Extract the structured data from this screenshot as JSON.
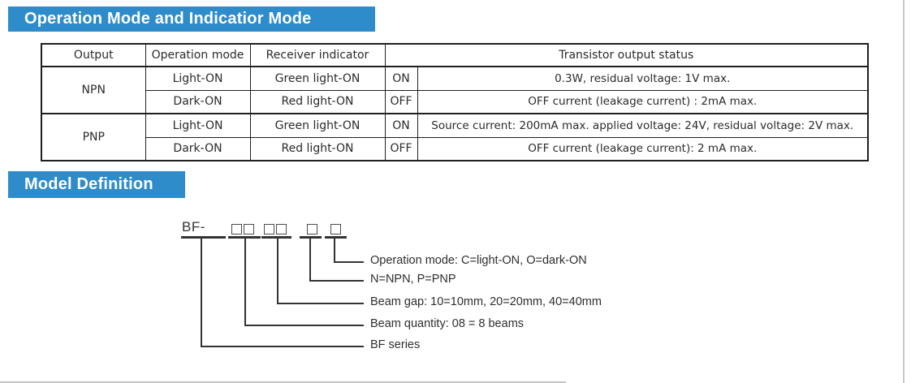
{
  "theme": {
    "accent_blue": "#2e8cca",
    "table_border": "#1f1f1f",
    "page_frame_gray": "#c8c8c8"
  },
  "sections": {
    "operation": {
      "title": "Operation Mode and Indicatior Mode"
    },
    "model": {
      "title": "Model Definition"
    }
  },
  "table": {
    "headers": {
      "output": "Output",
      "operation_mode": "Operation mode",
      "receiver_indicator": "Receiver indicator",
      "transistor_status": "Transistor output status"
    },
    "groups": [
      {
        "output": "NPN",
        "rows": [
          {
            "mode": "Light-ON",
            "indicator": "Green light-ON",
            "state": "ON",
            "status": "0.3W, residual voltage: 1V max."
          },
          {
            "mode": "Dark-ON",
            "indicator": "Red light-ON",
            "state": "OFF",
            "status": "OFF current (leakage current) : 2mA max."
          }
        ]
      },
      {
        "output": "PNP",
        "rows": [
          {
            "mode": "Light-ON",
            "indicator": "Green light-ON",
            "state": "ON",
            "status": "Source current: 200mA max. applied voltage: 24V, residual voltage: 2V max."
          },
          {
            "mode": "Dark-ON",
            "indicator": "Red light-ON",
            "state": "OFF",
            "status": "OFF current (leakage current): 2 mA max."
          }
        ]
      }
    ]
  },
  "model_diagram": {
    "prefix": "BF-",
    "box_groups": [
      2,
      2,
      1,
      1
    ],
    "labels": [
      "Operation mode: C=light-ON, O=dark-ON",
      "N=NPN, P=PNP",
      "Beam gap: 10=10mm, 20=20mm, 40=40mm",
      "Beam quantity: 08 = 8 beams",
      "BF series"
    ]
  }
}
